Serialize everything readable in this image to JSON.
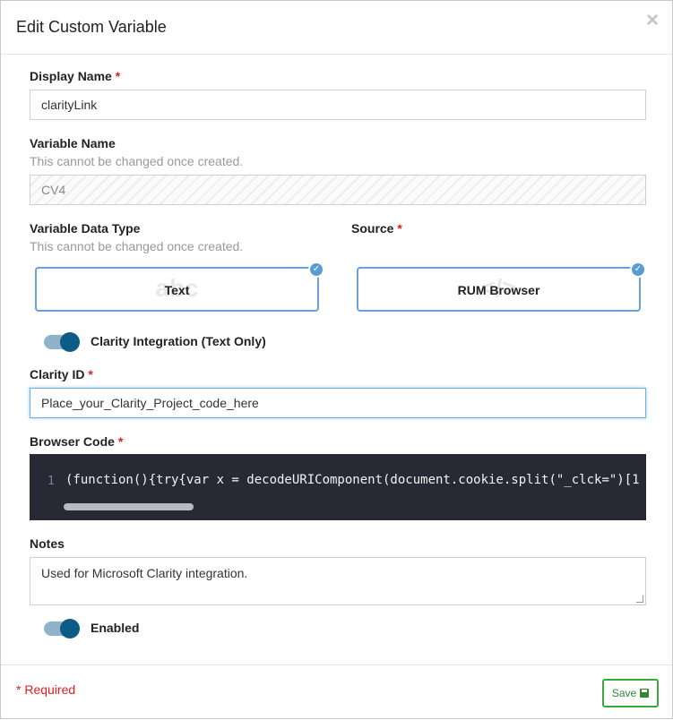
{
  "modal": {
    "title": "Edit Custom Variable",
    "close_glyph": "×"
  },
  "display_name": {
    "label": "Display Name",
    "required_mark": "*",
    "value": "clarityLink"
  },
  "variable_name": {
    "label": "Variable Name",
    "hint": "This cannot be changed once created.",
    "value": "CV4"
  },
  "data_type": {
    "label": "Variable Data Type",
    "hint": "This cannot be changed once created.",
    "option_label": "Text",
    "option_watermark": "abc",
    "selected": true
  },
  "source": {
    "label": "Source",
    "required_mark": "*",
    "option_label": "RUM Browser",
    "option_watermark": "</>",
    "selected": true
  },
  "clarity_toggle": {
    "label": "Clarity Integration (Text Only)",
    "on": true
  },
  "clarity_id": {
    "label": "Clarity ID",
    "required_mark": "*",
    "value": "Place_your_Clarity_Project_code_here"
  },
  "browser_code": {
    "label": "Browser Code",
    "required_mark": "*",
    "line_number": "1",
    "code": "(function(){try{var x = decodeURIComponent(document.cookie.split(\"_clck=\")[1"
  },
  "notes": {
    "label": "Notes",
    "value": "Used for Microsoft Clarity integration."
  },
  "enabled_toggle": {
    "label": "Enabled",
    "on": true
  },
  "footer": {
    "required_note": "* Required",
    "save_label": "Save"
  },
  "colors": {
    "accent_blue": "#6aa2d8",
    "toggle_knob": "#0d5c86",
    "required_red": "#e02020",
    "save_green": "#3aa83a",
    "code_bg": "#272a35"
  }
}
